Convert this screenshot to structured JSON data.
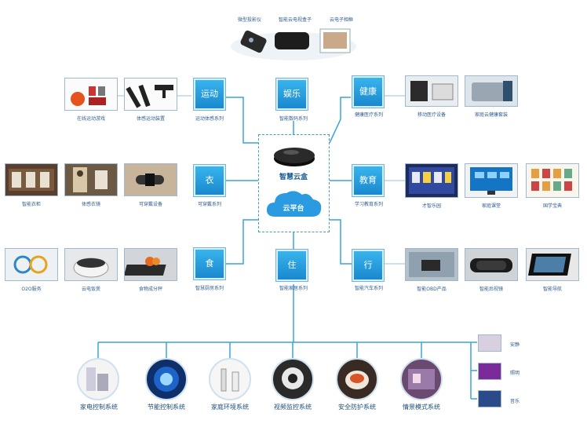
{
  "hub": {
    "device_label": "智慧云盒",
    "cloud_label": "云平台"
  },
  "entertainment": {
    "tile": "娱乐",
    "caption": "智能数码系列",
    "devices": [
      "微型投影仪",
      "智能云电视盒子",
      "云电子相框"
    ]
  },
  "sport": {
    "tile": "运动",
    "caption": "运动体感系列",
    "items": [
      "在线运动游戏",
      "体感运动装置"
    ]
  },
  "health": {
    "tile": "健康",
    "caption": "健康医疗系列",
    "items": [
      "移动医疗设备",
      "家庭云健康套装"
    ]
  },
  "clothing": {
    "tile": "衣",
    "caption": "可穿戴系列",
    "items": [
      "智能衣柜",
      "体感衣镜",
      "可穿戴设备"
    ]
  },
  "education": {
    "tile": "教育",
    "caption": "学习教育系列",
    "items": [
      "才智乐园",
      "家庭课堂",
      "国学宝典"
    ]
  },
  "food": {
    "tile": "食",
    "caption": "智慧厨房系列",
    "items": [
      "O2O服务",
      "云电饭煲",
      "食物成分秤"
    ]
  },
  "housing": {
    "tile": "住",
    "caption": "智能家居系列"
  },
  "travel": {
    "tile": "行",
    "caption": "智能汽车系列",
    "items": [
      "智能OBD产品",
      "智能后视镜",
      "智能导航"
    ]
  },
  "home_systems": [
    "家电控制系统",
    "节能控制系统",
    "家庭环境系统",
    "视频监控系统",
    "安全防护系统",
    "情景模式系统"
  ],
  "scene_modes": [
    "安静",
    "照明",
    "音乐"
  ],
  "colors": {
    "line": "#3aa4de",
    "tile": "#2199dd",
    "caption": "#2f5d8f"
  }
}
